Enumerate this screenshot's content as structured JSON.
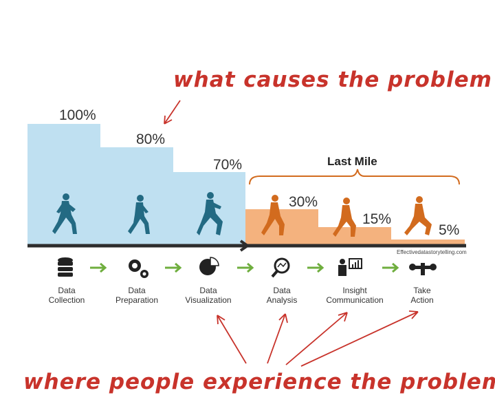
{
  "annotations": {
    "top": "what causes the problem",
    "bottom": "where people experience the problem"
  },
  "last_mile_label": "Last Mile",
  "watermark": "Effectivedatastorytelling.com",
  "colors": {
    "blue_steps": "#bfe0f1",
    "orange_steps": "#f4b27e",
    "blue_runner": "#236a83",
    "orange_runner": "#d26b1e",
    "arrow_green": "#6fae3e",
    "annotation_red": "#c8332b",
    "icon_dark": "#222222"
  },
  "stages": [
    {
      "label_line1": "Data",
      "label_line2": "Collection",
      "percent": "100%",
      "icon": "database-icon"
    },
    {
      "label_line1": "Data",
      "label_line2": "Preparation",
      "percent": "80%",
      "icon": "gears-icon"
    },
    {
      "label_line1": "Data",
      "label_line2": "Visualization",
      "percent": "70%",
      "icon": "pie-chart-icon"
    },
    {
      "label_line1": "Data",
      "label_line2": "Analysis",
      "percent": "30%",
      "icon": "magnifier-icon"
    },
    {
      "label_line1": "Insight",
      "label_line2": "Communication",
      "percent": "15%",
      "icon": "presenter-icon"
    },
    {
      "label_line1": "Take",
      "label_line2": "Action",
      "percent": "5%",
      "icon": "tools-icon"
    }
  ]
}
